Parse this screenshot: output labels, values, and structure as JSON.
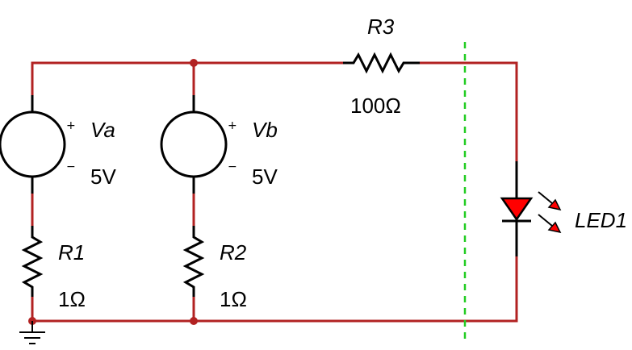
{
  "diagram": {
    "title": "",
    "colors": {
      "wire": "#b22222",
      "component": "#000000",
      "led_fill": "#ff0000",
      "boundary": "#22cc22",
      "background": "#ffffff"
    },
    "components": {
      "va": {
        "name": "Va",
        "value": "5V",
        "plus": "+",
        "minus": "−",
        "icon": "voltage-source-icon"
      },
      "vb": {
        "name": "Vb",
        "value": "5V",
        "plus": "+",
        "minus": "−",
        "icon": "voltage-source-icon"
      },
      "r1": {
        "name": "R1",
        "value": "1Ω",
        "icon": "resistor-icon"
      },
      "r2": {
        "name": "R2",
        "value": "1Ω",
        "icon": "resistor-icon"
      },
      "r3": {
        "name": "R3",
        "value": "100Ω",
        "icon": "resistor-icon"
      },
      "led1": {
        "name": "LED1",
        "icon": "led-icon"
      },
      "ground": {
        "icon": "ground-icon"
      }
    }
  }
}
